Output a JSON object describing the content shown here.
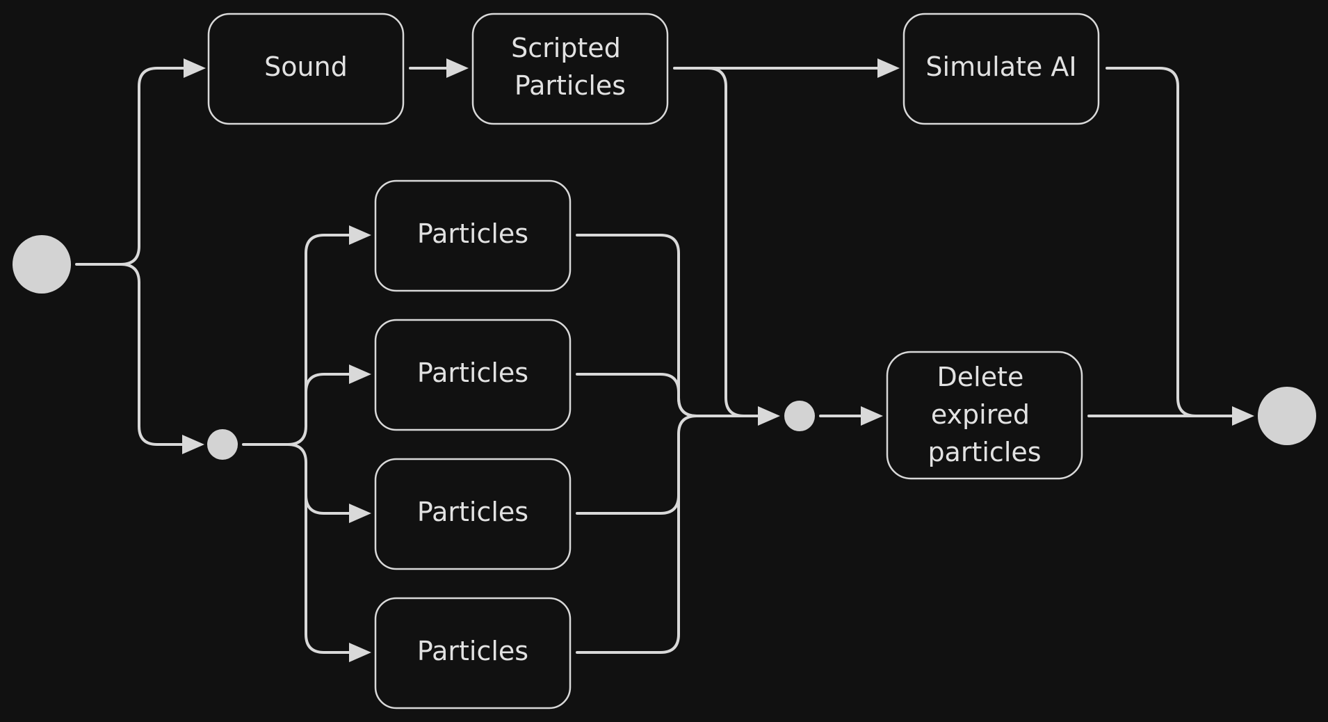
{
  "diagram": {
    "colors": {
      "background": "#111111",
      "stroke": "#d9d9d9",
      "text": "#e2e2e2",
      "node_fill": "#111111",
      "dot_fill": "#d3d3d3"
    },
    "nodes": {
      "sound": {
        "label": [
          "Sound"
        ]
      },
      "scripted_particles": {
        "label": [
          "Scripted",
          "Particles"
        ]
      },
      "simulate_ai": {
        "label": [
          "Simulate AI"
        ]
      },
      "particles_1": {
        "label": [
          "Particles"
        ]
      },
      "particles_2": {
        "label": [
          "Particles"
        ]
      },
      "particles_3": {
        "label": [
          "Particles"
        ]
      },
      "particles_4": {
        "label": [
          "Particles"
        ]
      },
      "delete_expired_particles": {
        "label": [
          "Delete",
          "expired",
          "particles"
        ]
      }
    },
    "edges": [
      {
        "from": "start",
        "to": "sound"
      },
      {
        "from": "start",
        "to": "fork"
      },
      {
        "from": "sound",
        "to": "scripted_particles"
      },
      {
        "from": "scripted_particles",
        "to": "simulate_ai"
      },
      {
        "from": "scripted_particles",
        "to": "join"
      },
      {
        "from": "fork",
        "to": "particles_1"
      },
      {
        "from": "fork",
        "to": "particles_2"
      },
      {
        "from": "fork",
        "to": "particles_3"
      },
      {
        "from": "fork",
        "to": "particles_4"
      },
      {
        "from": "particles_1",
        "to": "join"
      },
      {
        "from": "particles_2",
        "to": "join"
      },
      {
        "from": "particles_3",
        "to": "join"
      },
      {
        "from": "particles_4",
        "to": "join"
      },
      {
        "from": "join",
        "to": "delete_expired_particles"
      },
      {
        "from": "simulate_ai",
        "to": "end"
      },
      {
        "from": "delete_expired_particles",
        "to": "end"
      }
    ]
  }
}
